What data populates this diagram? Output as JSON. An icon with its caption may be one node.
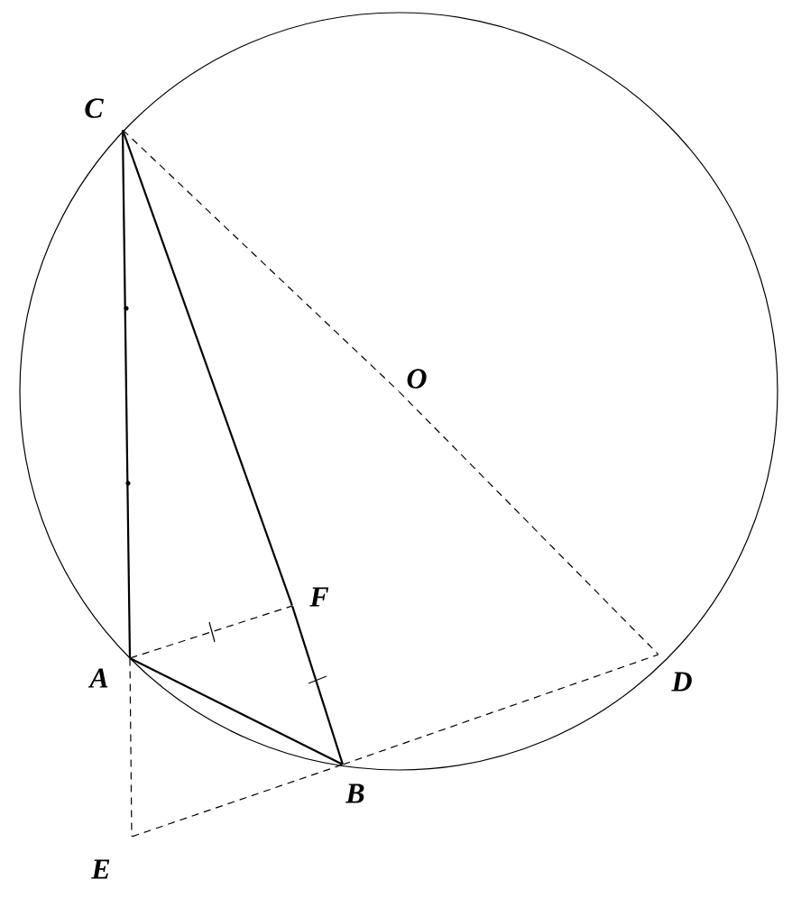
{
  "diagram": {
    "nodes": [
      {
        "text": [
          "C"
        ]
      },
      {
        "text": [
          "O"
        ]
      },
      {
        "text": [
          "F"
        ]
      },
      {
        "text": [
          "A"
        ]
      },
      {
        "text": [
          "D"
        ]
      },
      {
        "text": [
          "B"
        ]
      },
      {
        "text": [
          "E"
        ]
      }
    ],
    "edges": [
      {
        "from": 0,
        "to": 3,
        "arrow": "none"
      },
      {
        "from": 0,
        "to": 2,
        "arrow": "none"
      },
      {
        "from": 2,
        "to": 5,
        "arrow": "none"
      },
      {
        "from": 3,
        "to": 5,
        "arrow": "none"
      },
      {
        "from": 3,
        "to": 2,
        "arrow": "none",
        "style": "dashed"
      },
      {
        "from": 0,
        "to": 1,
        "arrow": "none",
        "style": "dashed"
      },
      {
        "from": 1,
        "to": 4,
        "arrow": "none",
        "style": "dashed"
      },
      {
        "from": 3,
        "to": 6,
        "arrow": "none",
        "style": "dashed"
      },
      {
        "from": 6,
        "to": 5,
        "arrow": "none",
        "style": "dashed"
      },
      {
        "from": 5,
        "to": 4,
        "arrow": "none",
        "style": "dashed"
      }
    ]
  }
}
